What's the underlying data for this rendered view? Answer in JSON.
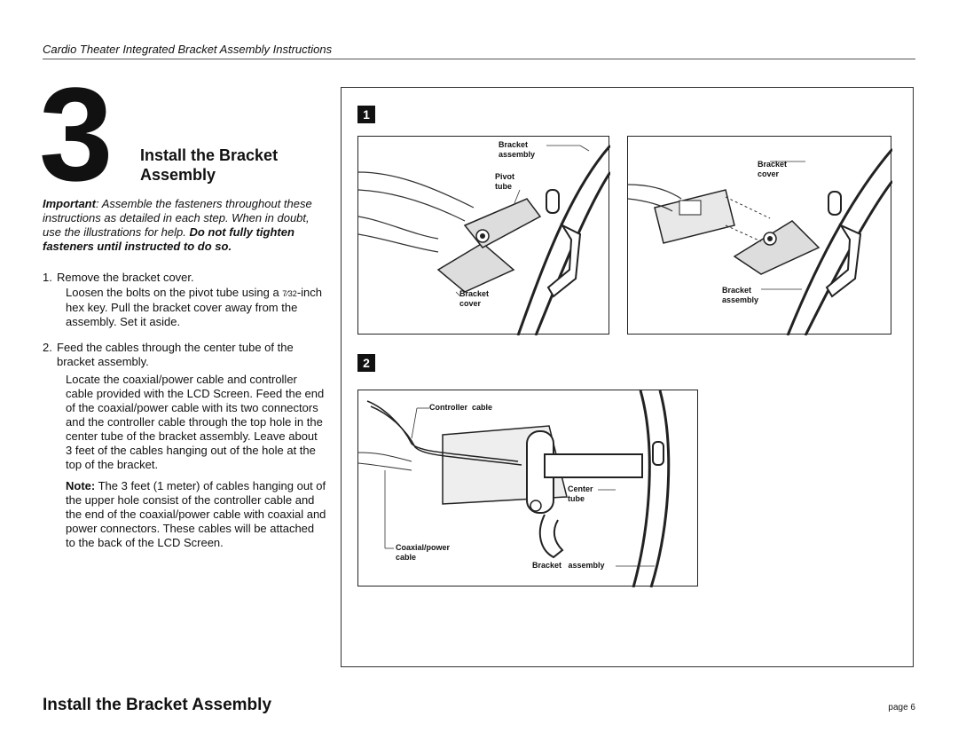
{
  "header": {
    "title": "Cardio Theater Integrated Bracket Assembly Instructions"
  },
  "step": {
    "number": "3",
    "title_line1": "Install the Bracket",
    "title_line2": "Assembly"
  },
  "important": {
    "lead": "Important",
    "text": ": Assemble the fasteners throughout these instructions as detailed in each step. When in doubt, use the illustrations for help. ",
    "bold": "Do not fully tighten fasteners until instructed to do so."
  },
  "steps": [
    {
      "num": "1.",
      "text": "Remove the bracket cover.",
      "para_before": "Loosen the bolts on the pivot tube using a ",
      "fraction": "7⁄32",
      "para_after": "-inch hex key. Pull the bracket cover away from the assembly. Set it aside."
    },
    {
      "num": "2.",
      "text": "Feed the cables through the center tube of the bracket assembly.",
      "para": "Locate the coaxial/power cable and controller cable provided with the LCD Screen. Feed the end of the coaxial/power cable with its two connectors and the controller cable through the top hole in the center tube of the bracket assembly. Leave about 3 feet of the cables hanging out of the hole at the top of the bracket.",
      "note_label": "Note:",
      "note_text": " The 3 feet (1 meter) of cables hanging out of the upper hole consist of the controller cable and the end of the coaxial/power cable with coaxial and power connectors. These cables will be attached to the back of the LCD Screen."
    }
  ],
  "figures": {
    "fig1": {
      "number": "1",
      "left_labels": {
        "bracket_assembly": "Bracket\nassembly",
        "pivot_tube": "Pivot\ntube",
        "bracket_cover": "Bracket\ncover"
      },
      "right_labels": {
        "bracket_cover": "Bracket\ncover",
        "bracket_assembly": "Bracket\nassembly"
      }
    },
    "fig2": {
      "number": "2",
      "labels": {
        "controller_cable": "Controller  cable",
        "center_tube": "Center\ntube",
        "coaxial_power": "Coaxial/power\ncable",
        "bracket_assembly": "Bracket   assembly"
      }
    }
  },
  "footer": {
    "title": "Install the Bracket Assembly",
    "page": "page 6"
  }
}
